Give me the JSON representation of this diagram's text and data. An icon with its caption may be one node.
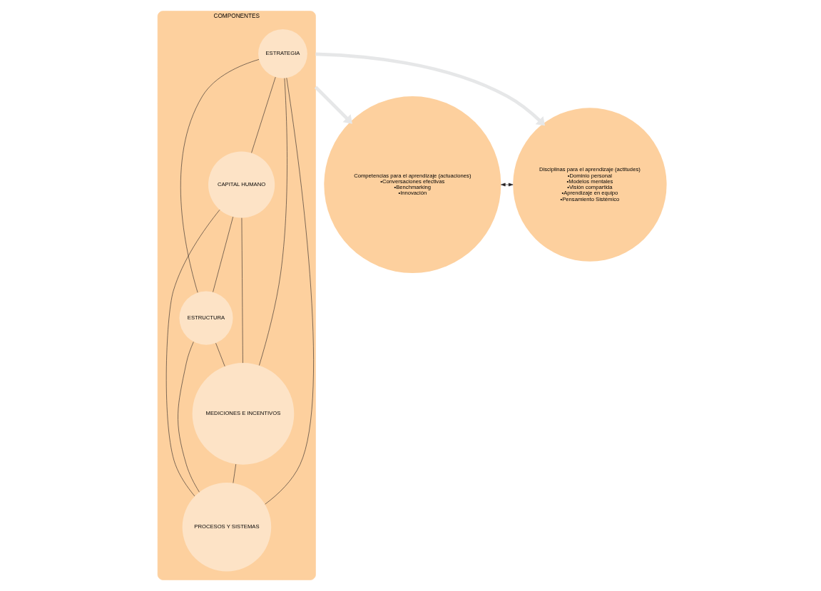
{
  "diagram": {
    "nodes": [
      {
        "text": [
          "COMPONENTES"
        ]
      },
      {
        "text": [
          "ESTRATEGIA"
        ],
        "in": 0
      },
      {
        "text": [
          "CAPITAL HUMANO"
        ],
        "in": 0
      },
      {
        "text": [
          "ESTRUCTURA"
        ],
        "in": 0
      },
      {
        "text": [
          "MEDICIONES E INCENTIVOS"
        ],
        "in": 0
      },
      {
        "text": [
          "PROCESOS Y SISTEMAS"
        ],
        "in": 0
      },
      {
        "text": [
          "Competencias para el aprendizaje (actuaciones)",
          "•Conversaciones efectivas",
          "•Benchmarking",
          "•Innovación"
        ]
      },
      {
        "text": [
          "Disciplinas para el aprendizaje (actitudes)",
          "•Dominio personal",
          "•Modelos mentales",
          "•Visión compartida",
          "•Aprendizaje en equipo",
          "•Pensamiento Sistémico"
        ]
      }
    ],
    "edges": [
      {
        "from": 1,
        "to": 2,
        "arrow": "none"
      },
      {
        "from": 1,
        "to": 3,
        "arrow": "none"
      },
      {
        "from": 1,
        "to": 4,
        "arrow": "none"
      },
      {
        "from": 1,
        "to": 5,
        "arrow": "none"
      },
      {
        "from": 2,
        "to": 3,
        "arrow": "none"
      },
      {
        "from": 2,
        "to": 4,
        "arrow": "none"
      },
      {
        "from": 2,
        "to": 5,
        "arrow": "none"
      },
      {
        "from": 3,
        "to": 4,
        "arrow": "none"
      },
      {
        "from": 3,
        "to": 5,
        "arrow": "none"
      },
      {
        "from": 4,
        "to": 5,
        "arrow": "none"
      },
      {
        "from": 0,
        "to": 6,
        "arrow": "to",
        "style": "thick",
        "color": "#e6e7e8"
      },
      {
        "from": 0,
        "to": 7,
        "arrow": "to",
        "style": "thick",
        "color": "#e6e7e8"
      },
      {
        "from": 6,
        "to": 7,
        "arrow": "both"
      }
    ]
  }
}
